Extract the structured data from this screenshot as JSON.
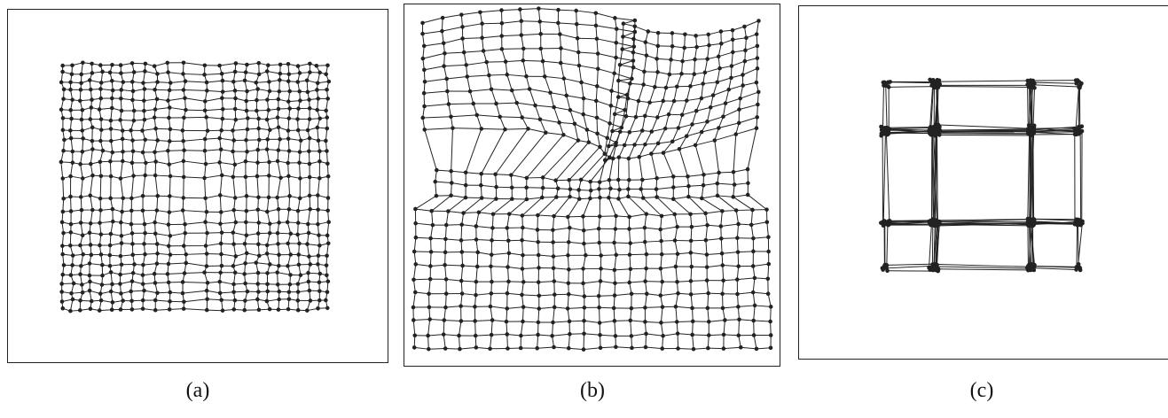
{
  "figure": {
    "panels": [
      {
        "caption": "(a)",
        "grid_rows": 24,
        "grid_cols": 24,
        "state": "near-regular square lattice"
      },
      {
        "caption": "(b)",
        "grid_rows": 24,
        "grid_cols": 24,
        "state": "folded, twisted lattice"
      },
      {
        "caption": "(c)",
        "grid_rows": 24,
        "grid_cols": 24,
        "state": "collapsed onto square frame"
      }
    ],
    "colors": {
      "ink": "#222222",
      "background": "#ffffff",
      "frame": "#222222"
    }
  }
}
